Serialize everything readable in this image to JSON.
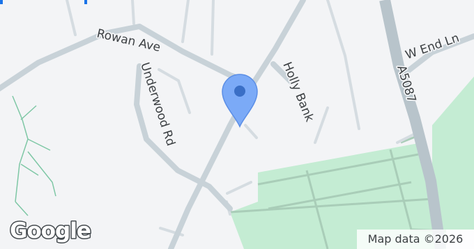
{
  "map": {
    "roads": {
      "rowan_ave": "Rowan Ave",
      "w_end_ln": "W End Ln",
      "underwood_rd": "Underwood Rd",
      "holly_bank": "Holly Bank",
      "a5087": "A5087"
    },
    "logo": "Google",
    "attribution": "Map data ©2026",
    "marker": {
      "color": "#7baaf7",
      "center_color": "#3a6fc6"
    },
    "colors": {
      "land": "#f3f4f6",
      "road": "#c8d2d8",
      "highway": "#b8c4cb",
      "park": "#c4ecd3",
      "park_path": "#a9cdb8",
      "path_green": "#7ec7a5",
      "top_line": "#1a73e8"
    }
  }
}
